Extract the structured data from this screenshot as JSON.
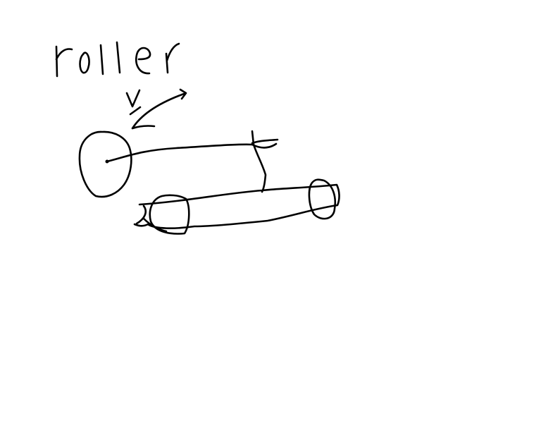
{
  "drawing": {
    "title_handwritten": "roller",
    "ink_color": "#000000",
    "background_color": "#ffffff",
    "strokes": [
      "letter-r",
      "letter-o",
      "letter-l",
      "letter-l",
      "letter-e",
      "letter-r",
      "velocity-v-mark",
      "velocity-arrow",
      "roller-end-circle",
      "center-dot",
      "radius-line",
      "radius-arrowhead",
      "connector-bracket",
      "roller-cylinder-body",
      "left-end-cap",
      "right-end-cap",
      "left-tip-mark"
    ]
  }
}
